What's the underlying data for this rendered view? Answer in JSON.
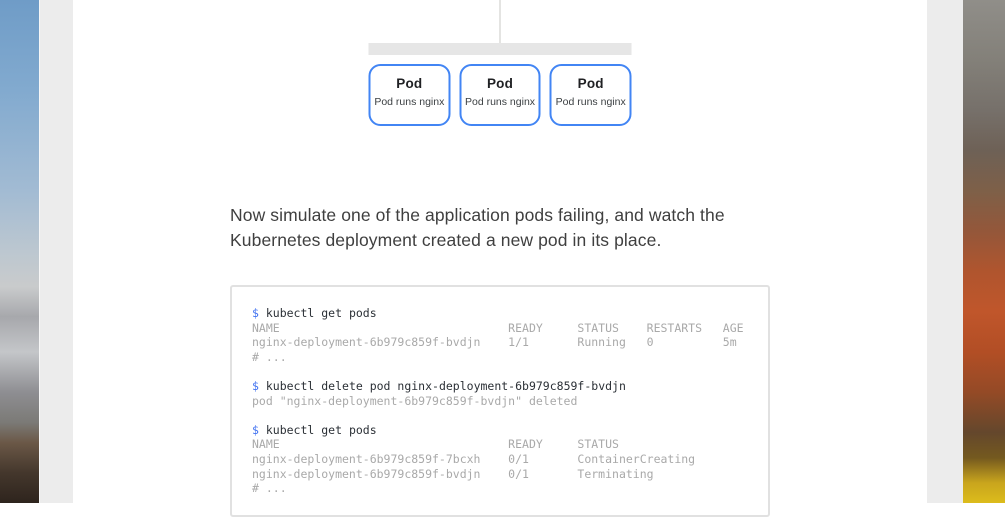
{
  "desktop": {
    "wallpaper_left": "macos-mountain-wallpaper",
    "wallpaper_right": "macos-autumn-foliage-wallpaper"
  },
  "colors": {
    "pod_border": "#4285f4",
    "prompt_blue": "#4273f1",
    "command_text": "#2b3036",
    "output_text": "#a9a9a9",
    "page_gutter": "#ececec",
    "connector_gray": "#e6e6e6"
  },
  "diagram": {
    "pods": [
      {
        "title": "Pod",
        "subtitle": "Pod runs nginx"
      },
      {
        "title": "Pod",
        "subtitle": "Pod runs nginx"
      },
      {
        "title": "Pod",
        "subtitle": "Pod runs nginx"
      }
    ]
  },
  "article": {
    "paragraph": "Now simulate one of the application pods failing, and watch the Kubernetes deployment created a new pod in its place."
  },
  "terminal": {
    "prompt": "$",
    "lines": [
      {
        "type": "command",
        "text": "kubectl get pods"
      },
      {
        "type": "output",
        "text": "NAME                                 READY     STATUS    RESTARTS   AGE"
      },
      {
        "type": "output",
        "text": "nginx-deployment-6b979c859f-bvdjn    1/1       Running   0          5m"
      },
      {
        "type": "output",
        "text": "# ..."
      },
      {
        "type": "blank"
      },
      {
        "type": "command",
        "text": "kubectl delete pod nginx-deployment-6b979c859f-bvdjn"
      },
      {
        "type": "output",
        "text": "pod \"nginx-deployment-6b979c859f-bvdjn\" deleted"
      },
      {
        "type": "blank"
      },
      {
        "type": "command",
        "text": "kubectl get pods"
      },
      {
        "type": "output",
        "text": "NAME                                 READY     STATUS"
      },
      {
        "type": "output",
        "text": "nginx-deployment-6b979c859f-7bcxh    0/1       ContainerCreating"
      },
      {
        "type": "output",
        "text": "nginx-deployment-6b979c859f-bvdjn    0/1       Terminating"
      },
      {
        "type": "output",
        "text": "# ..."
      }
    ]
  }
}
